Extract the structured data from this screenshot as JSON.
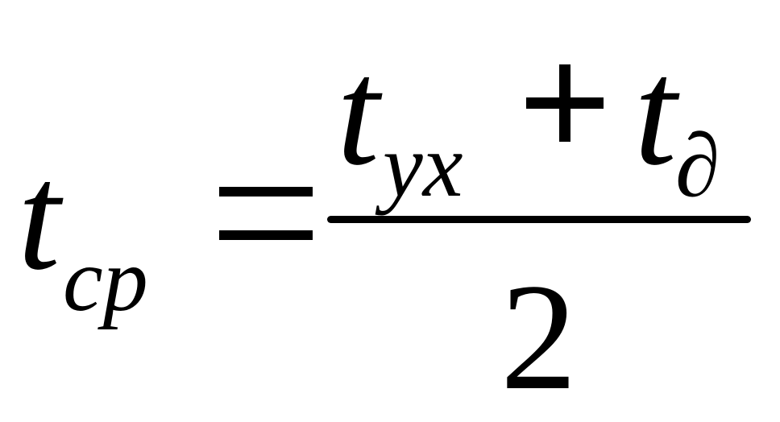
{
  "formula": {
    "lhs": {
      "base": "t",
      "subscript": "cp"
    },
    "equals": "=",
    "numerator": {
      "term1": {
        "base": "t",
        "subscript": "yx"
      },
      "operator": "+",
      "term2": {
        "base": "t",
        "subscript": "∂"
      }
    },
    "denominator": "2"
  }
}
